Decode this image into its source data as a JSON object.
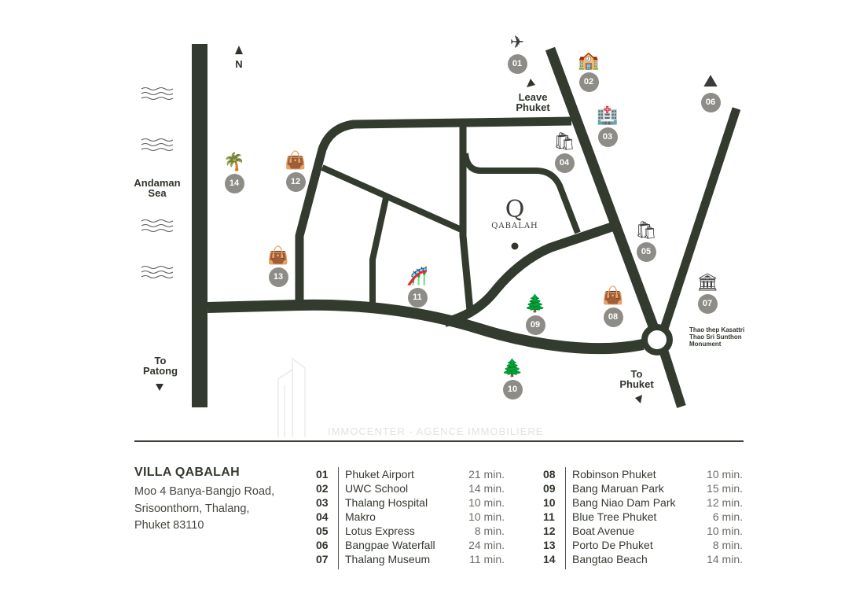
{
  "map": {
    "north_label": "N",
    "sea_label_line1": "Andaman",
    "sea_label_line2": "Sea",
    "leave_label_line1": "Leave",
    "leave_label_line2": "Phuket",
    "patong_label_line1": "To",
    "patong_label_line2": "Patong",
    "phuket_label_line1": "To",
    "phuket_label_line2": "Phuket",
    "monument_line1": "Thao thep Kasattri",
    "monument_line2": "Thao Sri Sunthon",
    "monument_line3": "Monument",
    "logo_text": "QABALAH",
    "watermark": "IMMOCENTER - AGENCE IMMOBILIÈRE",
    "road_color": "#333a2e",
    "marker_color": "#8e8c86",
    "pois": [
      {
        "num": "01",
        "icon": "airplane-icon",
        "glyph": "✈"
      },
      {
        "num": "02",
        "icon": "school-icon",
        "glyph": "🏫"
      },
      {
        "num": "03",
        "icon": "hospital-icon",
        "glyph": "🏥"
      },
      {
        "num": "04",
        "icon": "grocery-bag-icon",
        "glyph": "🛍"
      },
      {
        "num": "05",
        "icon": "grocery-bag-icon",
        "glyph": "🛍"
      },
      {
        "num": "06",
        "icon": "waterfall-icon",
        "glyph": "⛰"
      },
      {
        "num": "07",
        "icon": "museum-icon",
        "glyph": "🏛"
      },
      {
        "num": "08",
        "icon": "shopping-bag-icon",
        "glyph": "👜"
      },
      {
        "num": "09",
        "icon": "park-trees-icon",
        "glyph": "🌲"
      },
      {
        "num": "10",
        "icon": "park-trees-icon",
        "glyph": "🌲"
      },
      {
        "num": "11",
        "icon": "waterslide-icon",
        "glyph": "🎢"
      },
      {
        "num": "12",
        "icon": "shopping-bag-icon",
        "glyph": "👜"
      },
      {
        "num": "13",
        "icon": "shopping-bag-icon",
        "glyph": "👜"
      },
      {
        "num": "14",
        "icon": "palm-beach-icon",
        "glyph": "🌴"
      }
    ]
  },
  "address": {
    "title": "VILLA QABALAH",
    "line1": "Moo 4 Banya-Bangjo Road,",
    "line2": "Srisoonthorn, Thalang,",
    "line3": "Phuket 83110"
  },
  "destinations": [
    {
      "num": "01",
      "name": "Phuket Airport",
      "time": "21 min."
    },
    {
      "num": "02",
      "name": "UWC School",
      "time": "14 min."
    },
    {
      "num": "03",
      "name": "Thalang Hospital",
      "time": "10 min."
    },
    {
      "num": "04",
      "name": "Makro",
      "time": "10 min."
    },
    {
      "num": "05",
      "name": "Lotus Express",
      "time": "8 min."
    },
    {
      "num": "06",
      "name": "Bangpae Waterfall",
      "time": "24 min."
    },
    {
      "num": "07",
      "name": "Thalang Museum",
      "time": "11 min."
    },
    {
      "num": "08",
      "name": "Robinson Phuket",
      "time": "10 min."
    },
    {
      "num": "09",
      "name": "Bang Maruan Park",
      "time": "15 min."
    },
    {
      "num": "10",
      "name": "Bang Niao Dam Park",
      "time": "12 min."
    },
    {
      "num": "11",
      "name": "Blue Tree Phuket",
      "time": "6 min."
    },
    {
      "num": "12",
      "name": "Boat Avenue",
      "time": "10 min."
    },
    {
      "num": "13",
      "name": "Porto De Phuket",
      "time": "8 min."
    },
    {
      "num": "14",
      "name": "Bangtao Beach",
      "time": "14 min."
    }
  ]
}
